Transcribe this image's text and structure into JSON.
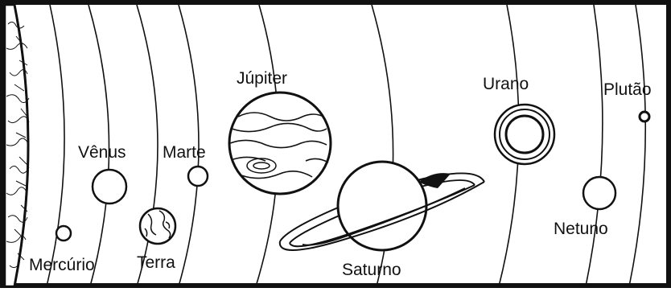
{
  "diagram": {
    "labels": {
      "mercurio": "Mercúrio",
      "venus": "Vênus",
      "terra": "Terra",
      "marte": "Marte",
      "jupiter": "Júpiter",
      "saturno": "Saturno",
      "urano": "Urano",
      "netuno": "Netuno",
      "plutao": "Plutão"
    },
    "colors": {
      "ink": "#111111",
      "paper": "#ffffff"
    }
  }
}
